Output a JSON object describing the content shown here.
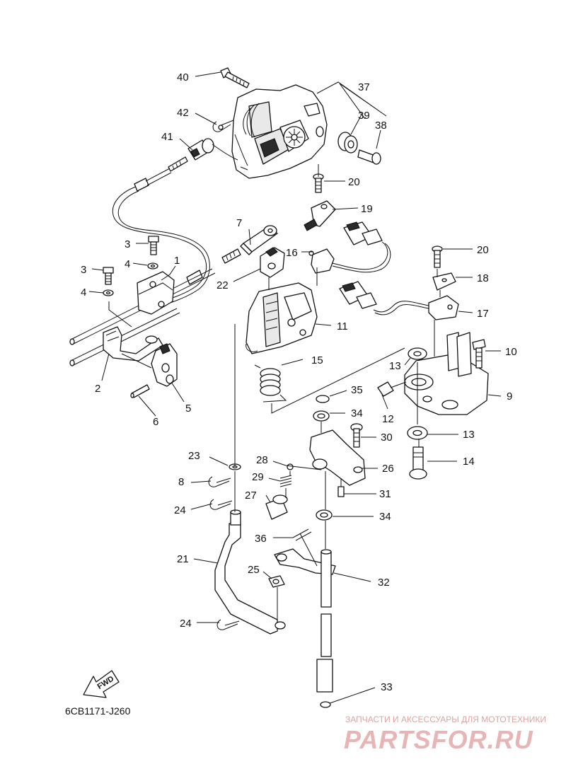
{
  "diagram": {
    "drawing_code": "6CB1171-J260",
    "direction_tag": "FWD",
    "callouts": [
      "40",
      "37",
      "42",
      "39",
      "38",
      "41",
      "20",
      "19",
      "7",
      "16",
      "3",
      "1",
      "4",
      "3",
      "4",
      "22",
      "20",
      "18",
      "17",
      "11",
      "15",
      "10",
      "13",
      "2",
      "5",
      "6",
      "35",
      "12",
      "9",
      "34",
      "30",
      "13",
      "23",
      "28",
      "26",
      "29",
      "14",
      "8",
      "27",
      "31",
      "24",
      "34",
      "36",
      "21",
      "25",
      "32",
      "24",
      "33"
    ]
  },
  "watermark": {
    "tagline": "ЗАПЧАСТИ И АКСЕССУАРЫ ДЛЯ МОТОТЕХНИКИ",
    "brand": "PARTSFOR.RU"
  }
}
